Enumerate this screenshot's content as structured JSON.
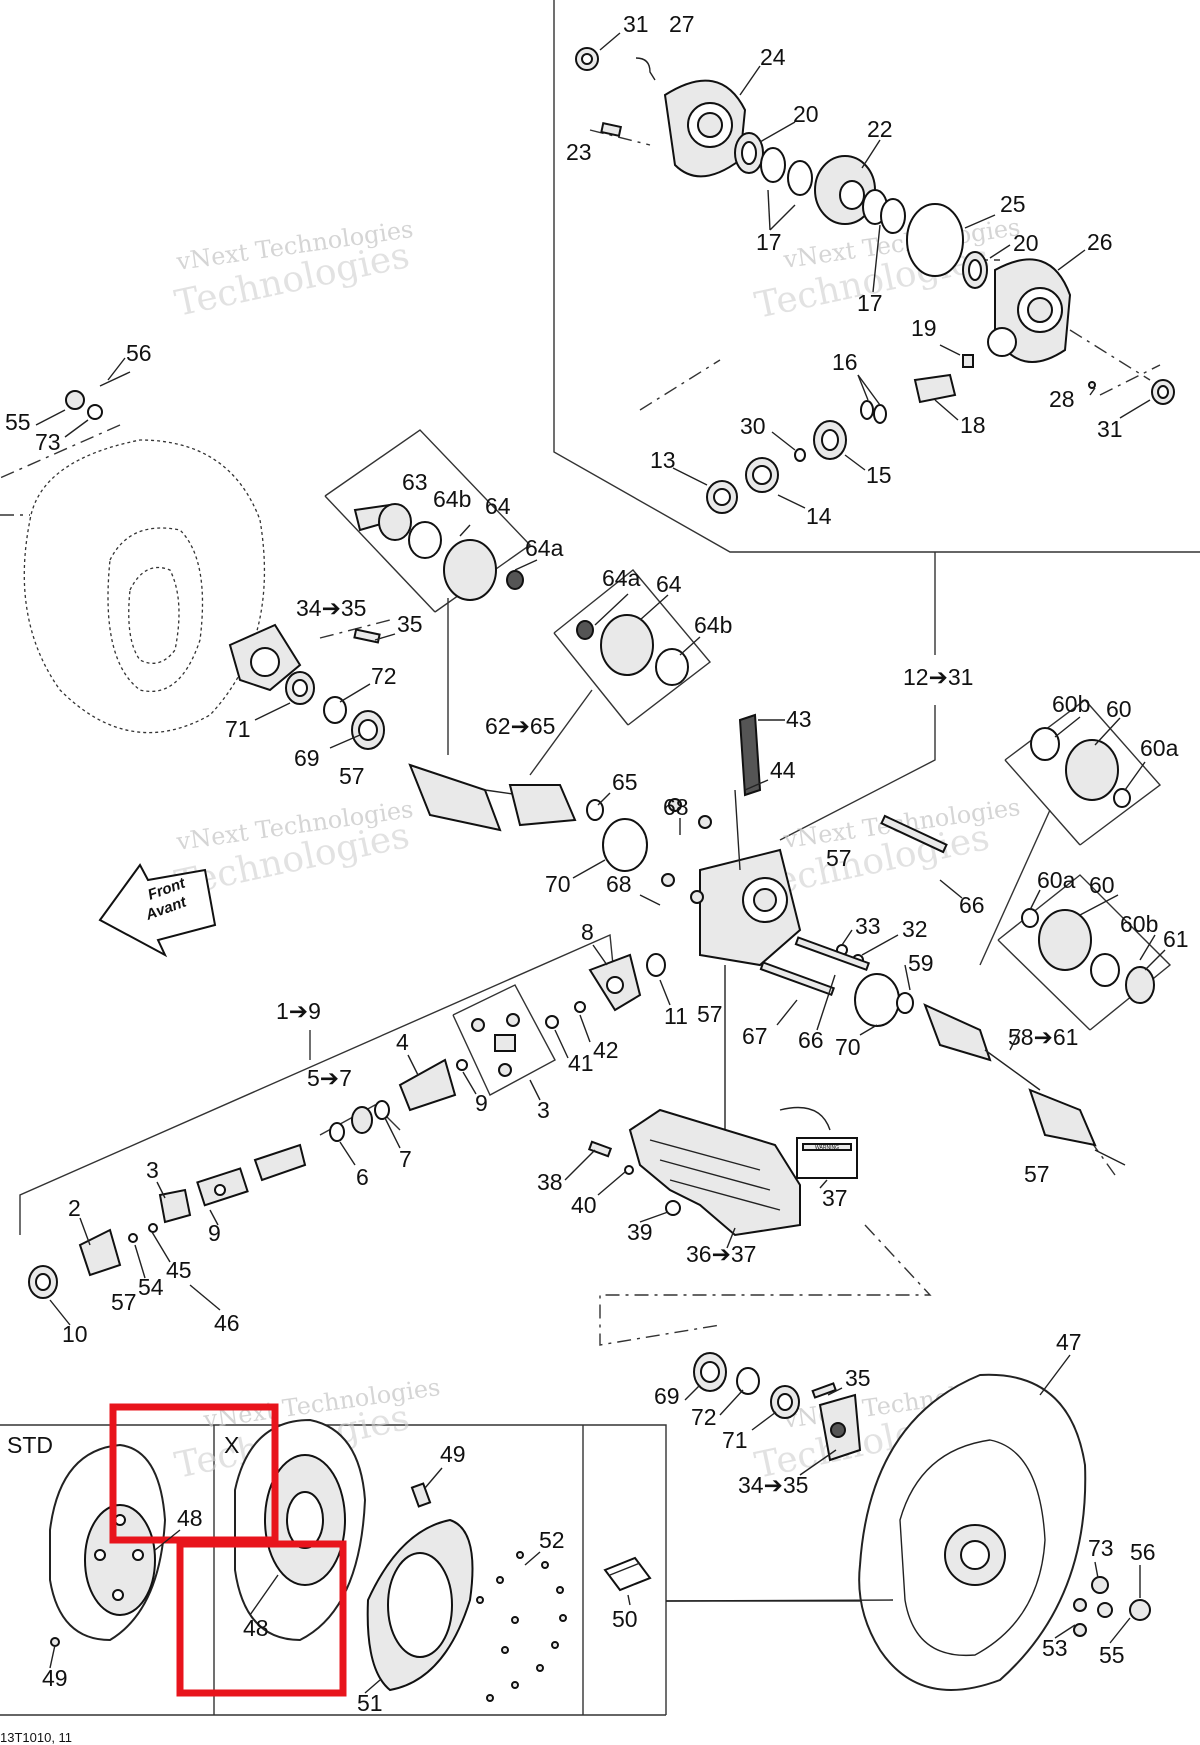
{
  "diagram": {
    "watermark": "vNext Technologies",
    "watermark_large": "Technologies",
    "doc_code": "13T1010, 11",
    "front_label": "Front",
    "front_label_fr": "Avant",
    "variant_std": "STD",
    "variant_x": "X",
    "warning_label": "WARNING",
    "colors": {
      "highlight": "#e8141c",
      "line": "#222222"
    },
    "callouts": {
      "c31a": "31",
      "c27": "27",
      "c24": "24",
      "c20a": "20",
      "c22": "22",
      "c23": "23",
      "c17a": "17",
      "c25": "25",
      "c20b": "20",
      "c26": "26",
      "c17b": "17",
      "c19": "19",
      "c16": "16",
      "c28": "28",
      "c31b": "31",
      "c18": "18",
      "c30": "30",
      "c13": "13",
      "c15": "15",
      "c14": "14",
      "c56a": "56",
      "c55a": "55",
      "c73a": "73",
      "c63": "63",
      "c64b_a": "64b",
      "c64_a": "64",
      "c64a_a": "64a",
      "c64a_b": "64a",
      "c64_b": "64",
      "c64b_b": "64b",
      "c34_35a": "34➔35",
      "c35a": "35",
      "c72a": "72",
      "c71a": "71",
      "c69a": "69",
      "c57a": "57",
      "c62_65": "62➔65",
      "c12_31": "12➔31",
      "c60b_a": "60b",
      "c60_a": "60",
      "c60a_a": "60a",
      "c43": "43",
      "c44": "44",
      "c65": "65",
      "c68a": "68",
      "c70a": "70",
      "c68b": "68",
      "c57b": "57",
      "c66a": "66",
      "c60a_b": "60a",
      "c60_b": "60",
      "c60b_b": "60b",
      "c61": "61",
      "c8": "8",
      "c33": "33",
      "c32": "32",
      "c59": "59",
      "c1_9": "1➔9",
      "c11": "11",
      "c57c": "57",
      "c67": "67",
      "c66b": "66",
      "c70b": "70",
      "c58_61": "58➔61",
      "c4": "4",
      "c42": "42",
      "c41": "41",
      "c5_7": "5➔7",
      "c9a": "9",
      "c3a": "3",
      "c38": "38",
      "c37a": "37",
      "c3b": "3",
      "c6": "6",
      "c7": "7",
      "c40": "40",
      "c57d": "57",
      "c2": "2",
      "c9b": "9",
      "c39": "39",
      "c45": "45",
      "c54": "54",
      "c36_37": "36➔37",
      "c57e": "57",
      "c46": "46",
      "c10": "10",
      "c47": "47",
      "c35b": "35",
      "c69b": "69",
      "c72b": "72",
      "c71b": "71",
      "c34_35b": "34➔35",
      "c48a": "48",
      "c49a": "49",
      "c52": "52",
      "c48b": "48",
      "c50": "50",
      "c73b": "73",
      "c56b": "56",
      "c49b": "49",
      "c51": "51",
      "c53": "53",
      "c55b": "55"
    }
  }
}
